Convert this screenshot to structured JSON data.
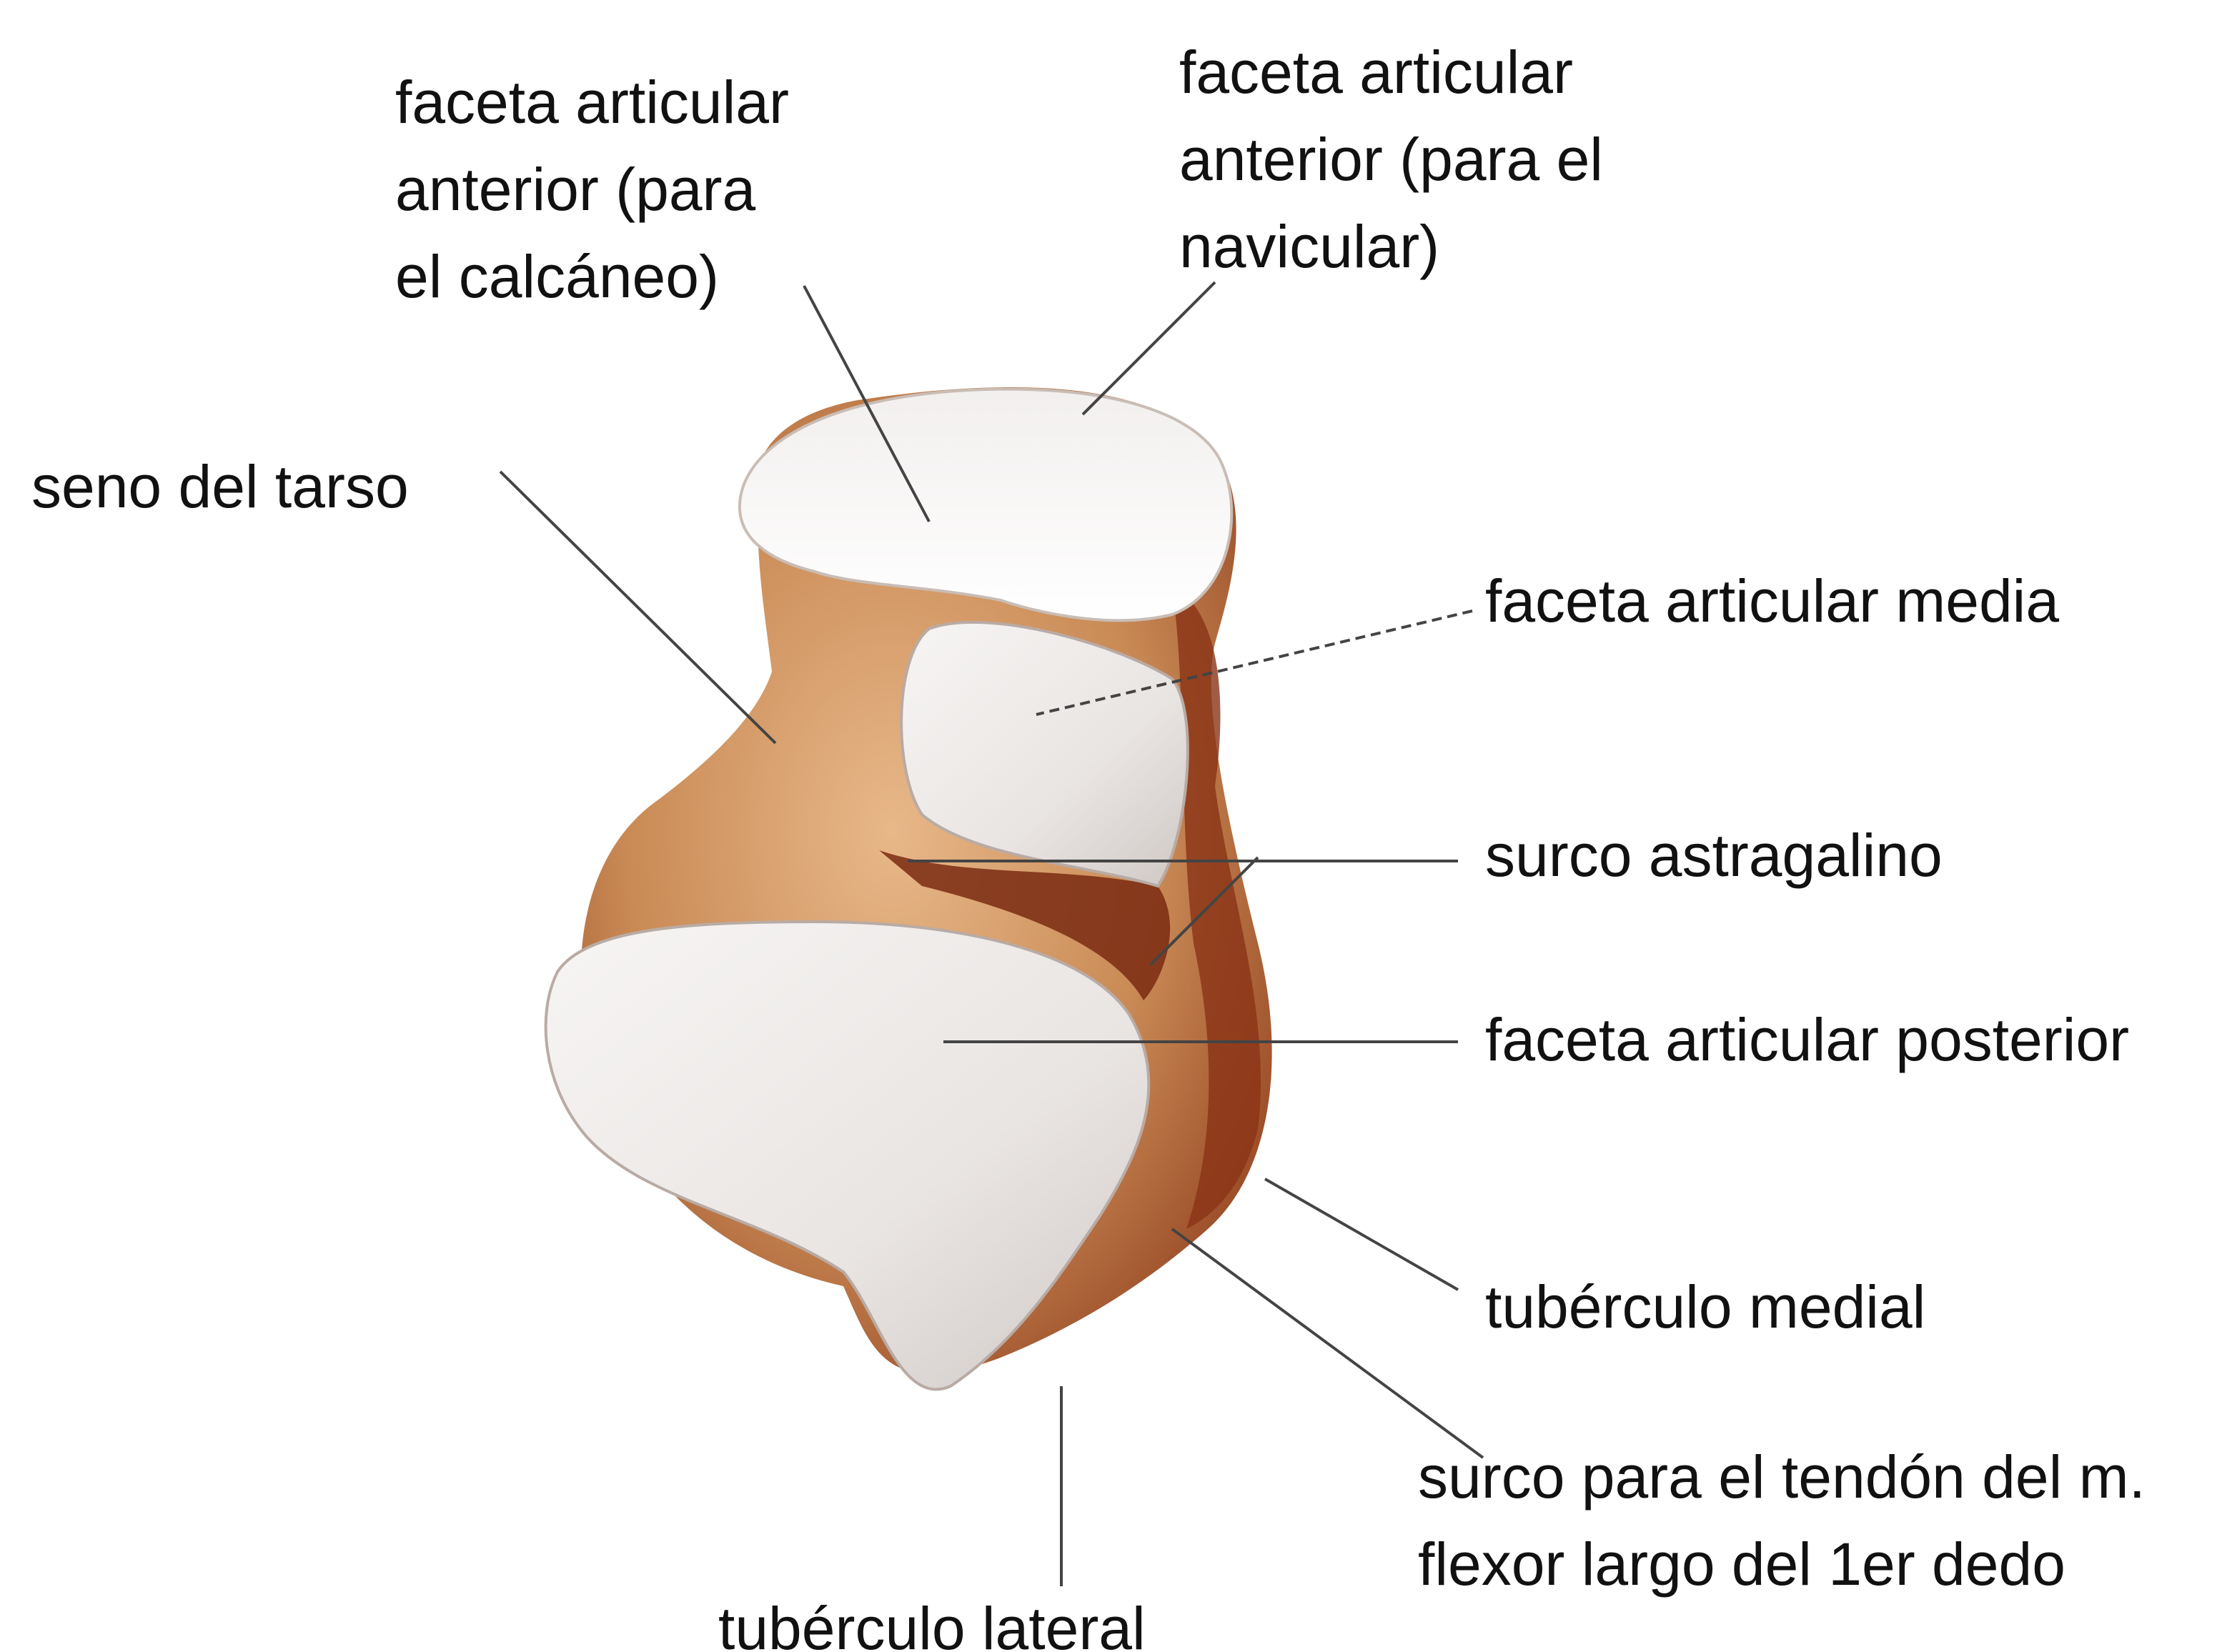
{
  "colors": {
    "background": "#ffffff",
    "bone": "#c98a55",
    "bone_dark": "#7a2a12",
    "cartilage": "#ece8e6",
    "leader_line": "#444444",
    "text": "#111111"
  },
  "labels": {
    "faceta_calcaneo": [
      "faceta articular",
      "anterior (para",
      "el calcáneo)"
    ],
    "faceta_navicular": [
      "faceta articular",
      "anterior (para el",
      "navicular)"
    ],
    "seno_tarso": "seno del tarso",
    "faceta_media": "faceta articular media",
    "surco_astragalino": "surco astragalino",
    "faceta_posterior": "faceta articular posterior",
    "tuberculo_medial": "tubérculo medial",
    "surco_flexor": [
      "surco para el tendón del m.",
      "flexor largo del 1er dedo"
    ],
    "tuberculo_lateral": "tubérculo lateral"
  }
}
